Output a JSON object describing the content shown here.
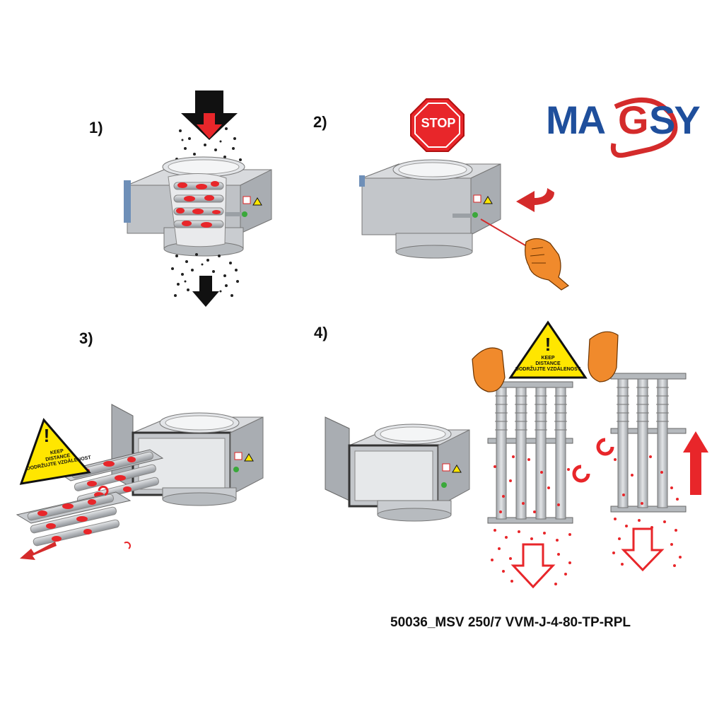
{
  "steps": [
    {
      "label": "1)"
    },
    {
      "label": "2)"
    },
    {
      "label": "3)"
    },
    {
      "label": "4)"
    }
  ],
  "stop_sign": {
    "text": "STOP"
  },
  "warning_sign": {
    "line1": "KEEP",
    "line2": "DISTANCE",
    "line3": "DODRŽUJTE VZDÁLENOST"
  },
  "logo": {
    "text_left": "MA",
    "text_g": "G",
    "text_right": "SY",
    "blue": "#1f4f9c",
    "red": "#d42b2b"
  },
  "caption": "50036_MSV 250/7 VVM-J-4-80-TP-RPL",
  "colors": {
    "steel": "#c4c7cb",
    "steel_dark": "#8d9196",
    "red": "#e8262a",
    "black": "#111111",
    "skin": "#f08a2c",
    "warning": "#ffe600"
  }
}
